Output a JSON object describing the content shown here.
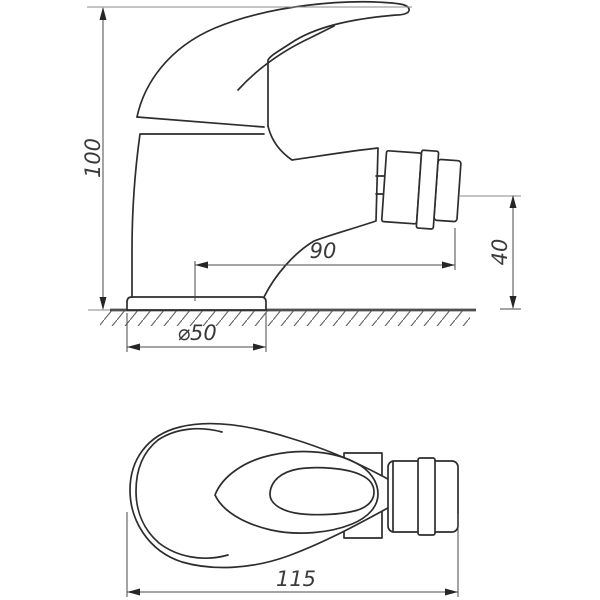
{
  "drawing": {
    "kind": "technical-drawing",
    "subject": "single-lever bidet mixer faucet, front elevation and plan view",
    "colors": {
      "background": "#ffffff",
      "object_line": "#2d2d2d",
      "dimension_line": "#4a4a4a",
      "text": "#3a3a3a"
    },
    "views": [
      {
        "id": "front",
        "label": "front elevation with dimensions"
      },
      {
        "id": "plan",
        "label": "plan (top) view with overall length"
      }
    ],
    "dimensions": {
      "overall_height": "100",
      "spout_reach": "90",
      "outlet_height": "40",
      "base_diameter": "⌀50",
      "overall_length": "115"
    }
  }
}
